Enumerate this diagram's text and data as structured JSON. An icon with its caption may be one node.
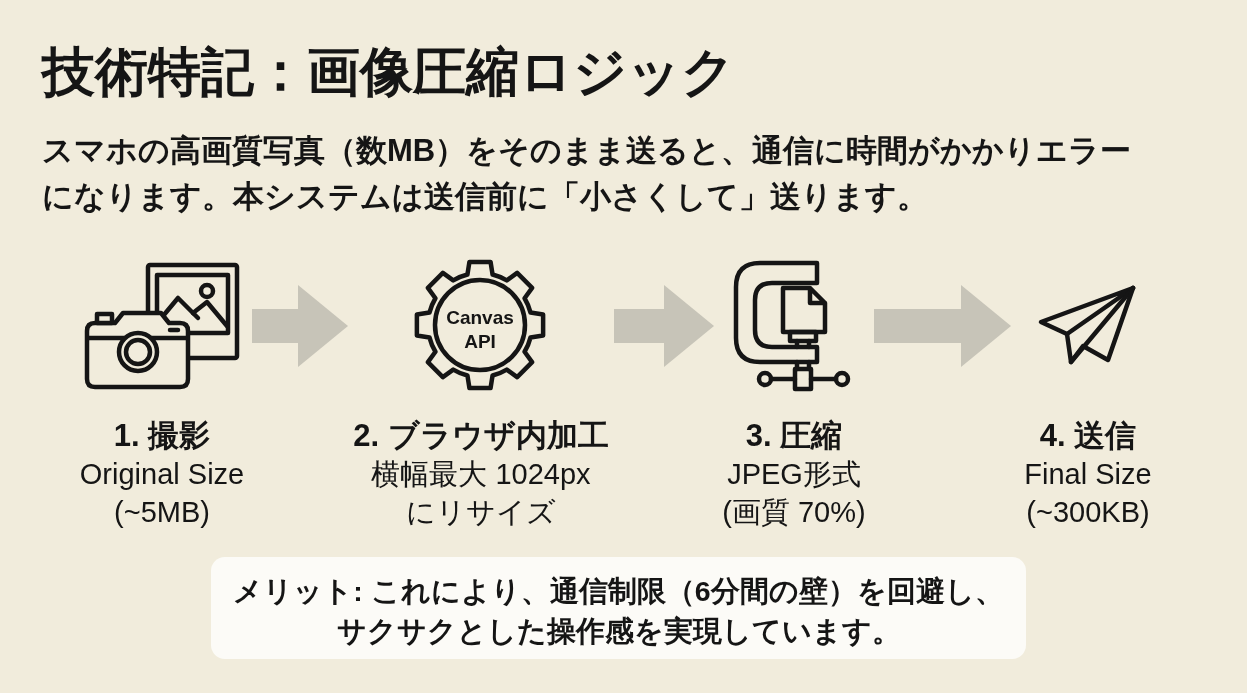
{
  "diagram": {
    "title": "技術特記：画像圧縮ロジック",
    "nodes": [
      {
        "text": [
          "1. 撮影",
          "Original Size (~5MB)"
        ]
      },
      {
        "text": [
          "Canvas API",
          "2. ブラウザ内加工",
          "横幅最大 1024px にリサイズ"
        ]
      },
      {
        "text": [
          "3. 圧縮",
          "JPEG形式 (画質 70%)"
        ]
      },
      {
        "text": [
          "4. 送信",
          "Final Size (~300KB)"
        ]
      },
      {
        "text": [
          "メリット: これにより、通信制限（6分間の壁）を回避し、サクサクとした操作感を実現しています。"
        ]
      }
    ],
    "edges": [
      {
        "from": 0,
        "to": 1,
        "arrow": "to"
      },
      {
        "from": 1,
        "to": 2,
        "arrow": "to"
      },
      {
        "from": 2,
        "to": 3,
        "arrow": "to"
      }
    ],
    "labels": [
      "スマホの高画質写真（数MB）をそのまま送ると、通信に時間がかかりエラーになります。本システムは送信前に「小さくして」送ります。"
    ]
  }
}
